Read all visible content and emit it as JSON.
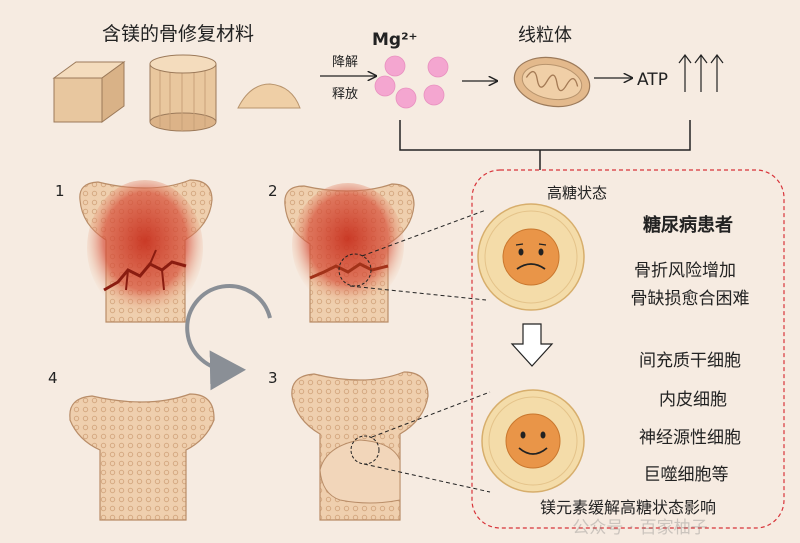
{
  "header": {
    "material_title": "含镁的骨修复材料",
    "ion_label": "Mg²⁺",
    "arrow_top_label": "降解",
    "arrow_bottom_label": "释放",
    "organelle_label": "线粒体",
    "product_label": "ATP"
  },
  "panels": {
    "panel_1": "1",
    "panel_2": "2",
    "panel_3": "3",
    "panel_4": "4"
  },
  "box": {
    "condition_label": "高糖状态",
    "patient_title": "糖尿病患者",
    "risk_line_1": "骨折风险增加",
    "risk_line_2": "骨缺损愈合困难",
    "cells": [
      "间充质干细胞",
      "内皮细胞",
      "神经源性细胞",
      "巨噬细胞等"
    ],
    "caption": "镁元素缓解高糖状态影响"
  },
  "watermark": "公众号 · 百家柚子",
  "colors": {
    "background": "#f6ebe1",
    "bone": "#efc9a3",
    "bone_outline": "#b98d68",
    "inflamed": "#c8321f",
    "ion": "#f4a6d0",
    "dashed_box": "#d8343a",
    "cell_outer": "#f4dca9",
    "cell_inner": "#e99548"
  }
}
